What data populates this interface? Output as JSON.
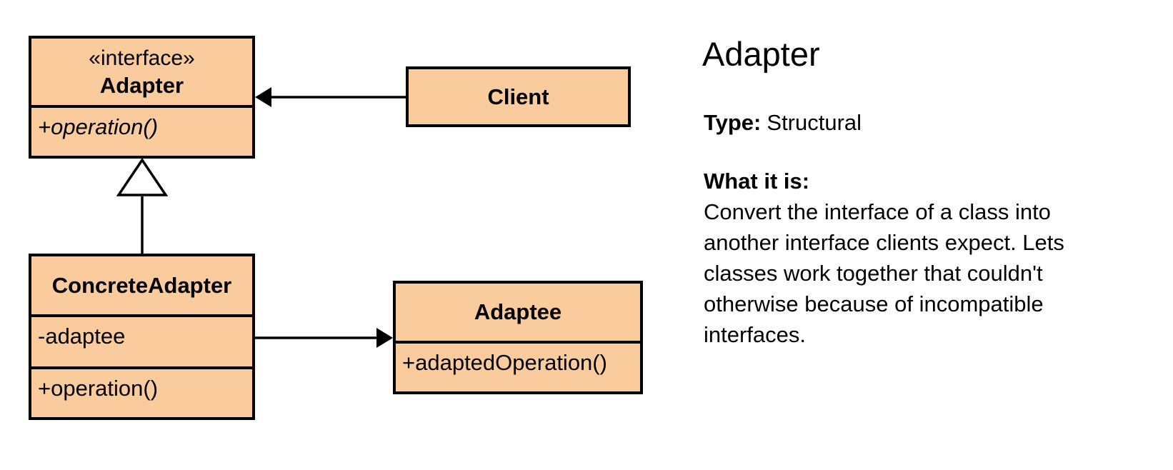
{
  "diagram": {
    "colors": {
      "box_fill": "#FACB9D",
      "box_border": "#000000",
      "background": "#FFFFFF"
    },
    "interface_class": {
      "stereotype": "«interface»",
      "name": "Adapter",
      "operations": [
        "+operation()"
      ]
    },
    "client_class": {
      "name": "Client"
    },
    "concrete_class": {
      "name": "ConcreteAdapter",
      "attributes": [
        "-adaptee"
      ],
      "operations": [
        "+operation()"
      ]
    },
    "adaptee_class": {
      "name": "Adaptee",
      "operations": [
        "+adaptedOperation()"
      ]
    }
  },
  "panel": {
    "title": "Adapter",
    "type_label": "Type:",
    "type_value": "Structural",
    "what_label": "What it is:",
    "description_lines": [
      "Convert the interface of a class into",
      "another interface clients expect. Lets",
      "classes work together that couldn't",
      "otherwise because of incompatible",
      "interfaces."
    ]
  }
}
